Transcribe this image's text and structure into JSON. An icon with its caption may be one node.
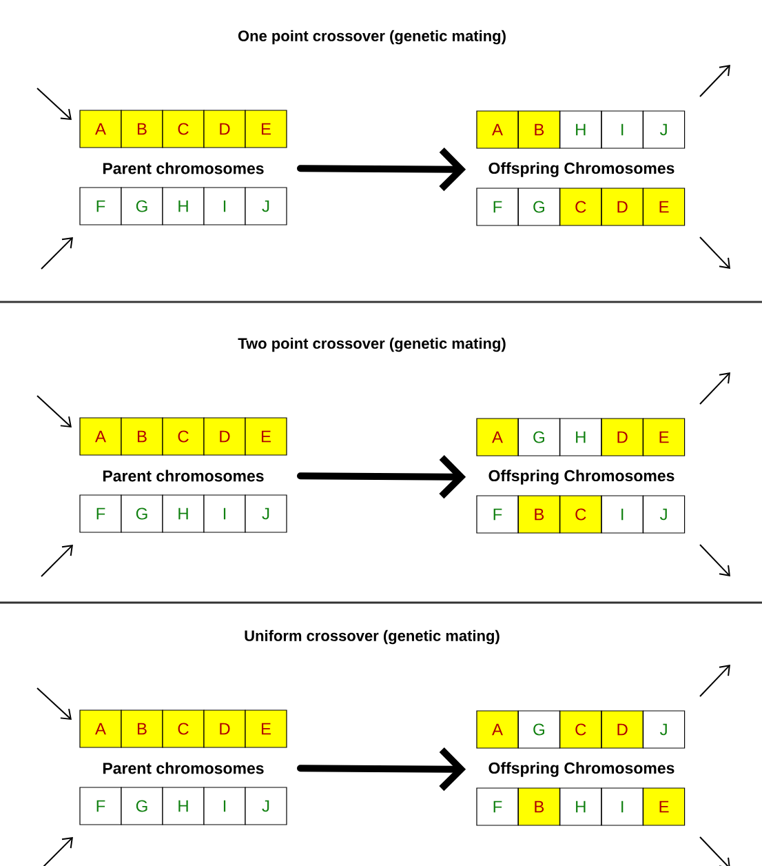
{
  "diagram": {
    "nodes": [
      {
        "text": [
          "A"
        ]
      },
      {
        "text": [
          "B"
        ]
      },
      {
        "text": [
          "C"
        ]
      },
      {
        "text": [
          "D"
        ]
      },
      {
        "text": [
          "E"
        ]
      },
      {
        "text": [
          "Parent chromosomes"
        ]
      },
      {
        "text": [
          "F"
        ]
      },
      {
        "text": [
          "G"
        ]
      },
      {
        "text": [
          "H"
        ]
      },
      {
        "text": [
          "I"
        ]
      },
      {
        "text": [
          "J"
        ]
      },
      {
        "text": [
          "A"
        ]
      },
      {
        "text": [
          "B"
        ]
      },
      {
        "text": [
          "H"
        ]
      },
      {
        "text": [
          "I"
        ]
      },
      {
        "text": [
          "J"
        ]
      },
      {
        "text": [
          "Offspring Chromosomes"
        ]
      },
      {
        "text": [
          "F"
        ]
      },
      {
        "text": [
          "G"
        ]
      },
      {
        "text": [
          "C"
        ]
      },
      {
        "text": [
          "D"
        ]
      },
      {
        "text": [
          "E"
        ]
      },
      {
        "text": [
          "A"
        ]
      },
      {
        "text": [
          "B"
        ]
      },
      {
        "text": [
          "C"
        ]
      },
      {
        "text": [
          "D"
        ]
      },
      {
        "text": [
          "E"
        ]
      },
      {
        "text": [
          "Parent chromosomes"
        ]
      },
      {
        "text": [
          "F"
        ]
      },
      {
        "text": [
          "G"
        ]
      },
      {
        "text": [
          "H"
        ]
      },
      {
        "text": [
          "I"
        ]
      },
      {
        "text": [
          "J"
        ]
      },
      {
        "text": [
          "A"
        ]
      },
      {
        "text": [
          "G"
        ]
      },
      {
        "text": [
          "H"
        ]
      },
      {
        "text": [
          "D"
        ]
      },
      {
        "text": [
          "E"
        ]
      },
      {
        "text": [
          "Offspring Chromosomes"
        ]
      },
      {
        "text": [
          "F"
        ]
      },
      {
        "text": [
          "B"
        ]
      },
      {
        "text": [
          "C"
        ]
      },
      {
        "text": [
          "I"
        ]
      },
      {
        "text": [
          "J"
        ]
      },
      {
        "text": [
          "A"
        ]
      },
      {
        "text": [
          "B"
        ]
      },
      {
        "text": [
          "C"
        ]
      },
      {
        "text": [
          "D"
        ]
      },
      {
        "text": [
          "E"
        ]
      },
      {
        "text": [
          "Parent chromosomes"
        ]
      },
      {
        "text": [
          "F"
        ]
      },
      {
        "text": [
          "G"
        ]
      },
      {
        "text": [
          "H"
        ]
      },
      {
        "text": [
          "I"
        ]
      },
      {
        "text": [
          "J"
        ]
      },
      {
        "text": [
          "A"
        ]
      },
      {
        "text": [
          "G"
        ]
      },
      {
        "text": [
          "C"
        ]
      },
      {
        "text": [
          "D"
        ]
      },
      {
        "text": [
          "J"
        ]
      },
      {
        "text": [
          "Offspring Chromosomes"
        ]
      },
      {
        "text": [
          "F"
        ]
      },
      {
        "text": [
          "B"
        ]
      },
      {
        "text": [
          "H"
        ]
      },
      {
        "text": [
          "I"
        ]
      },
      {
        "text": [
          "E"
        ]
      }
    ],
    "edges": [
      {
        "from": 5,
        "to": 16,
        "arrow": "to"
      },
      {
        "from": 27,
        "to": 38,
        "arrow": "to"
      },
      {
        "from": 49,
        "to": 60,
        "arrow": "to"
      }
    ],
    "labels": [
      "One point crossover (genetic mating)",
      "Two point crossover (genetic mating)",
      "Uniform crossover (genetic mating)"
    ]
  }
}
